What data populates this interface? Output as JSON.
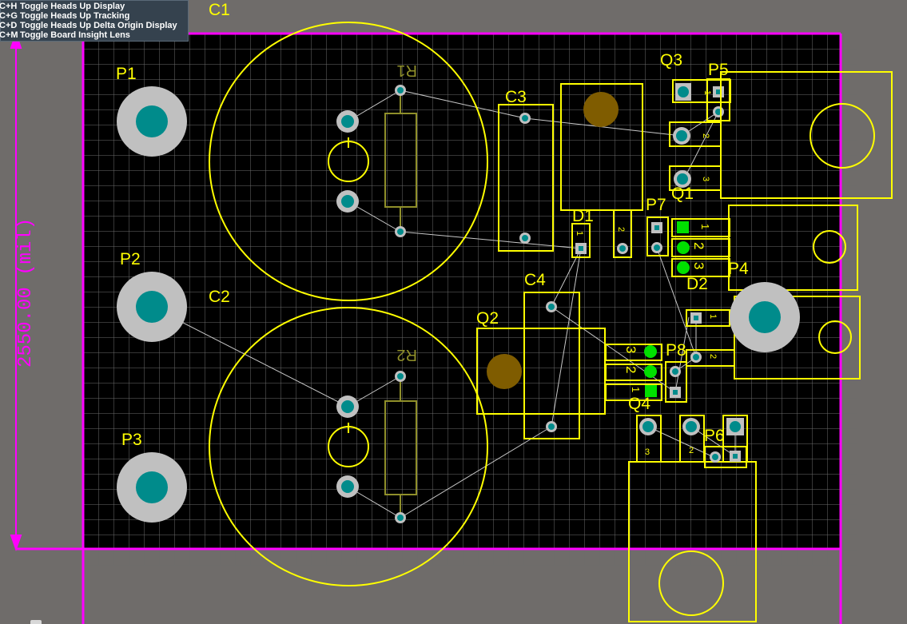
{
  "hud": {
    "rows": [
      {
        "keys": "C+H",
        "label": "Toggle Heads Up Display"
      },
      {
        "keys": "C+G",
        "label": "Toggle Heads Up Tracking"
      },
      {
        "keys": "C+D",
        "label": "Toggle Heads Up Delta Origin Display"
      },
      {
        "keys": "C+M",
        "label": "Toggle Board Insight Lens"
      }
    ]
  },
  "board": {
    "dimension_label": "2550.00 (mil)",
    "designators": {
      "C1": "C1",
      "C2": "C2",
      "C3": "C3",
      "C4": "C4",
      "P1": "P1",
      "P2": "P2",
      "P3": "P3",
      "P4": "P4",
      "P5": "P5",
      "P6": "P6",
      "P7": "P7",
      "P8": "P8",
      "Q1": "Q1",
      "Q2": "Q2",
      "Q3": "Q3",
      "Q4": "Q4",
      "D1": "D1",
      "D2": "D2",
      "R1": "R1",
      "R2": "R2"
    },
    "pin_numbers": {
      "d1_1": "1",
      "d1_2": "2",
      "q1_1": "1",
      "q1_2": "2",
      "q1_3": "3",
      "p4_1": "1",
      "p4_2": "2",
      "p4_3": "3",
      "d2_1": "1",
      "d2_2": "2",
      "q4_1": "1",
      "q4_2": "2",
      "q4_3": "3",
      "q_bottom_2": "2",
      "q_bottom_3": "3"
    }
  },
  "colors": {
    "workspace": "#6f6c6a",
    "board": "#000000",
    "grid": "#6c6c6c",
    "outline": "#ff00ff",
    "overlay": "#ffff00",
    "via": "#008b8b",
    "pad": "#c0c0c0",
    "top_pad": "#00e000",
    "body_fill": "#7f5c00",
    "resistor": "#8f8f2a"
  }
}
